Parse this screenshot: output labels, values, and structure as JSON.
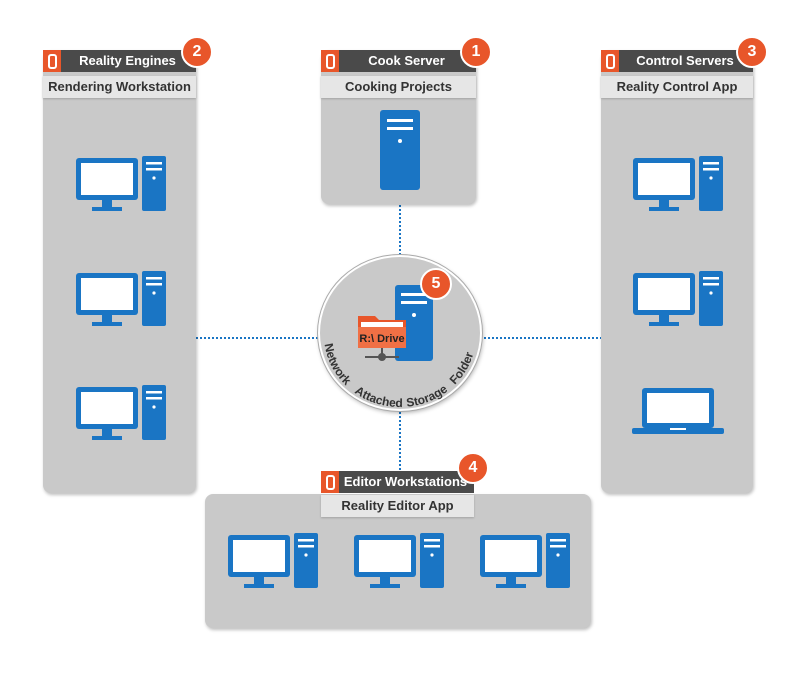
{
  "nodes": {
    "cook": {
      "title": "Cook Server",
      "subtitle": "Cooking Projects",
      "badge": "1"
    },
    "engines": {
      "title": "Reality Engines",
      "subtitle": "Rendering Workstation",
      "badge": "2"
    },
    "control": {
      "title": "Control Servers",
      "subtitle": "Reality Control App",
      "badge": "3"
    },
    "editor": {
      "title": "Editor Workstations",
      "subtitle": "Reality Editor App",
      "badge": "4"
    },
    "nas": {
      "badge": "5",
      "drive_label": "R:\\ Drive",
      "ring_words": [
        "Network",
        "Attached",
        "Storage",
        "Folder"
      ]
    }
  },
  "colors": {
    "panel": "#c9c9c9",
    "header": "#4a4a4a",
    "subheader": "#e6e6e6",
    "accent": "#e8562a",
    "device": "#1a75c4",
    "link": "#1a75c4"
  },
  "icons": {
    "workstation": "desktop-workstation-icon",
    "server": "server-tower-icon",
    "laptop": "laptop-icon",
    "folder": "network-folder-icon"
  }
}
